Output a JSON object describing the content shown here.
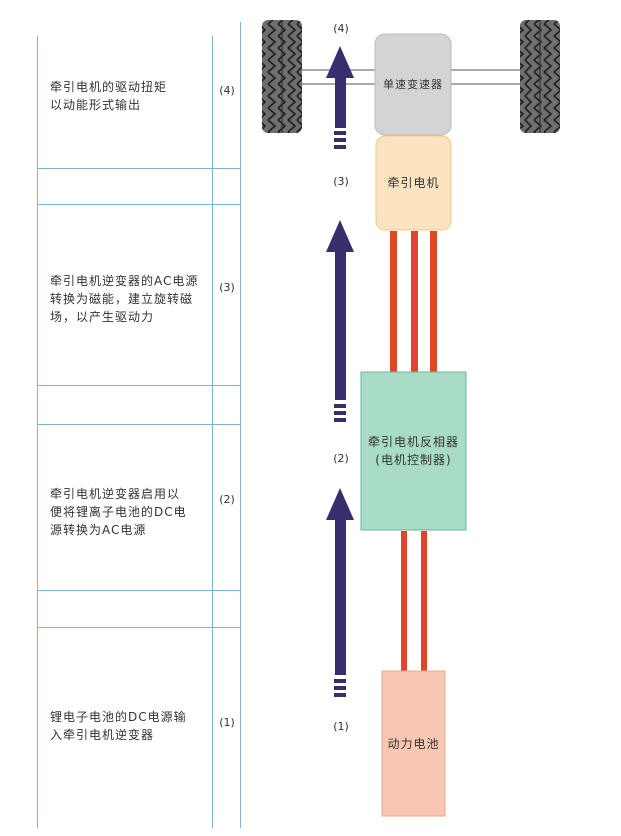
{
  "steps": [
    {
      "num": "(4)",
      "desc": "牵引电机的驱动扭矩\n以动能形式输出"
    },
    {
      "num": "(3)",
      "desc": "牵引电机逆变器的AC电源\n转换为磁能，建立旋转磁\n场，以产生驱动力"
    },
    {
      "num": "(2)",
      "desc": "牵引电机逆变器启用以\n便将锂离子电池的DC电\n源转换为AC电源"
    },
    {
      "num": "(1)",
      "desc": "锂电子电池的DC电源输\n入牵引电机逆变器"
    }
  ],
  "diagram": {
    "labels": [
      "(4)",
      "(3)",
      "(2)",
      "(1)"
    ],
    "components": {
      "transmission": "单速变速器",
      "motor": "牵引电机",
      "inverter": "牵引电机反相器\n(电机控制器)",
      "battery": "动力电池"
    }
  },
  "colors": {
    "grid_line": "#7fb2d5",
    "arrow": "#3a2d6e",
    "cable": "#e0442a",
    "transmission_fill": "#d4d4d4",
    "motor_fill": "#fde4c0",
    "inverter_fill": "#a9dcc6",
    "battery_fill": "#f9c7b1",
    "tire": "#6e6e6e"
  }
}
